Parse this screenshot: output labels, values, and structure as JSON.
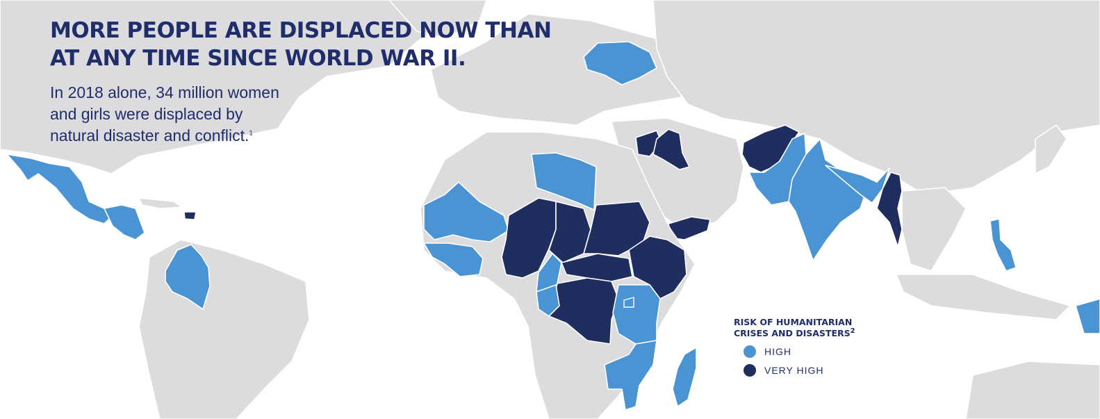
{
  "headline": {
    "line1": "MORE PEOPLE ARE DISPLACED NOW THAN",
    "line2": "AT ANY TIME SINCE WORLD WAR II."
  },
  "subtext": {
    "line1": "In 2018 alone, 34 million women",
    "line2": "and girls were displaced by",
    "line3": "natural disaster and conflict.",
    "footnote": "1"
  },
  "legend": {
    "title_line1": "RISK OF HUMANITARIAN",
    "title_line2": "CRISES AND DISASTERS",
    "footnote": "2",
    "items": [
      {
        "label": "HIGH",
        "color": "#4a94d3"
      },
      {
        "label": "VERY HIGH",
        "color": "#1f2d5f"
      }
    ]
  },
  "colors": {
    "land": "#dcdcdf",
    "ocean": "#ffffff",
    "high": "#4a94d3",
    "very_high": "#1f2d5f",
    "text": "#1f2d6a"
  }
}
